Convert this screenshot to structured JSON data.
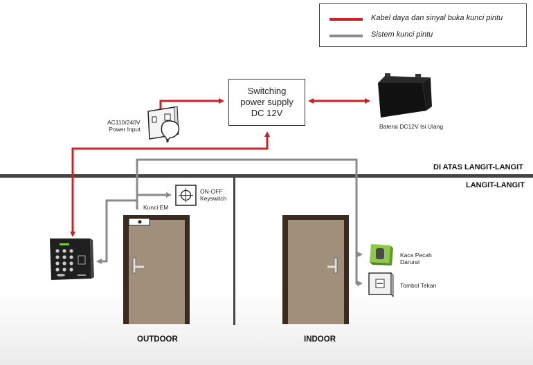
{
  "legend": {
    "red_label": "Kabel daya dan sinyal buka kunci pintu",
    "gray_label": "Sistem kunci pintu",
    "red_color": "#d11f26",
    "gray_color": "#8a8a8a"
  },
  "power_supply": {
    "label": "Switching\npower supply\nDC 12V"
  },
  "socket": {
    "label": "AC110/240V\nPower Input"
  },
  "battery": {
    "label": "Baterai DC12V Isi Ulang"
  },
  "ceiling": {
    "above_label": "DI ATAS LANGIT-LANGIT",
    "below_label": "LANGIT-LANGIT"
  },
  "keyswitch": {
    "label": "ON-OFF\nKeyswitch"
  },
  "em_lock": {
    "label": "Kunci EM"
  },
  "breakglass": {
    "label": "Kaca Pecah\nDarurat"
  },
  "push_button": {
    "label": "Tombol Tekan"
  },
  "rooms": {
    "outdoor": "OUTDOOR",
    "indoor": "INDOOR"
  },
  "colors": {
    "door": "#a08f7a",
    "door_frame": "#3b2a1f",
    "ceiling": "#444444"
  }
}
